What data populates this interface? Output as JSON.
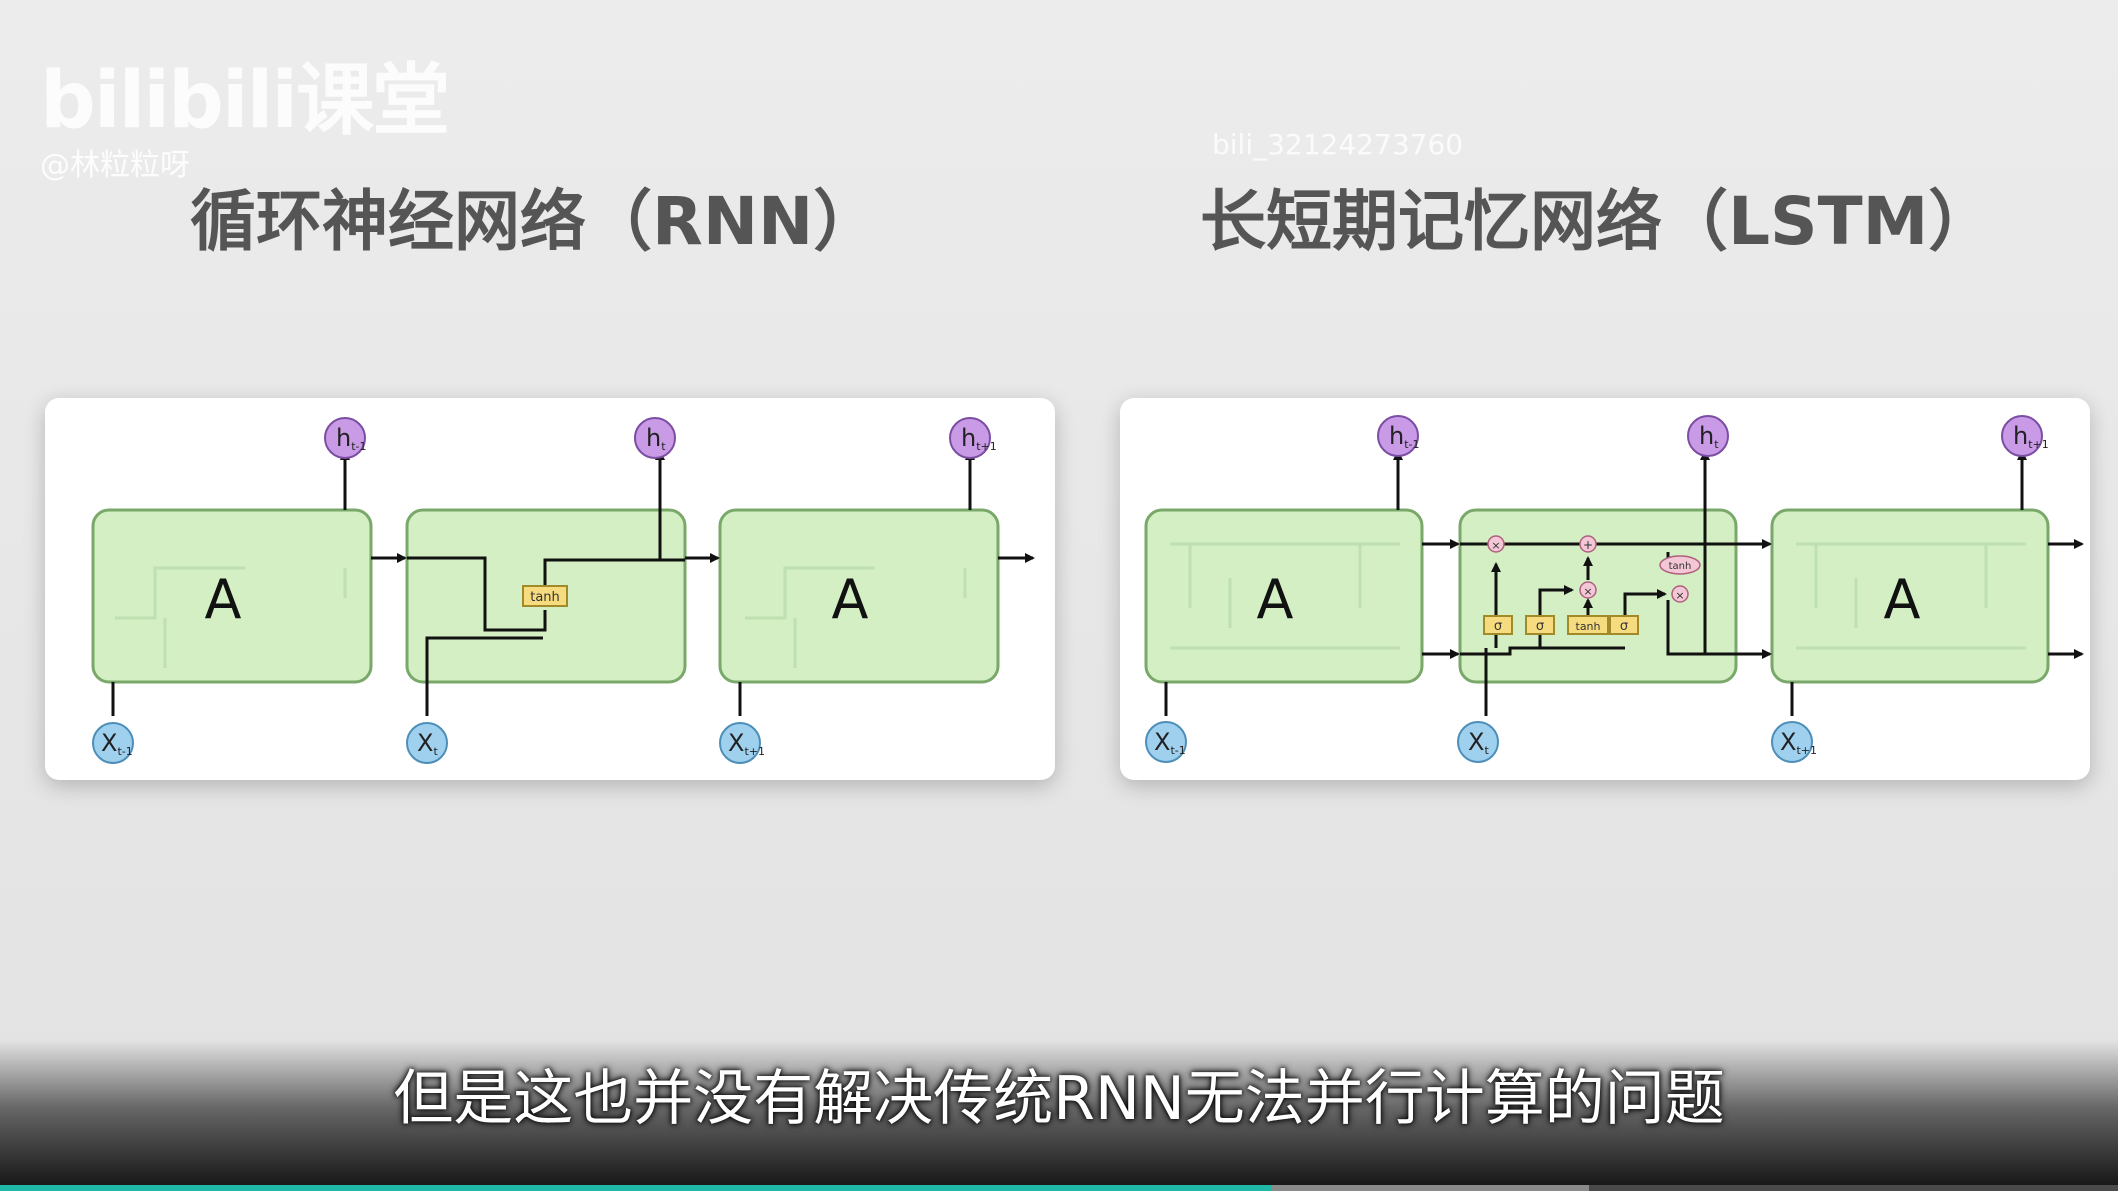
{
  "watermark": {
    "logo": "bilibili课堂",
    "user": "@林粒粒呀",
    "id": "bili_32124273760"
  },
  "rnn": {
    "title": "循环神经网络（RNN）",
    "cell_label": "A",
    "activation": "tanh",
    "outputs": [
      "h",
      "h",
      "h"
    ],
    "output_subs": [
      "t-1",
      "t",
      "t+1"
    ],
    "inputs": [
      "X",
      "X",
      "X"
    ],
    "input_subs": [
      "t-1",
      "t",
      "t+1"
    ]
  },
  "lstm": {
    "title": "长短期记忆网络（LSTM）",
    "cell_label": "A",
    "gates": [
      "σ",
      "σ",
      "tanh",
      "σ"
    ],
    "ops": {
      "times": "×",
      "plus": "+",
      "tanh": "tanh"
    },
    "outputs": [
      "h",
      "h",
      "h"
    ],
    "output_subs": [
      "t-1",
      "t",
      "t+1"
    ],
    "inputs": [
      "X",
      "X",
      "X"
    ],
    "input_subs": [
      "t-1",
      "t",
      "t+1"
    ]
  },
  "subtitle": "但是这也并没有解决传统RNN无法并行计算的问题",
  "colors": {
    "cell_fill": "#d3efc3",
    "cell_stroke": "#7aa86a",
    "output_node": "#c99ae6",
    "input_node": "#9fd0ee",
    "gate_fill": "#f6dc7e",
    "accent_progress": "#1fb8a6"
  },
  "progress": {
    "played": 0.6,
    "buffered": 0.75
  }
}
